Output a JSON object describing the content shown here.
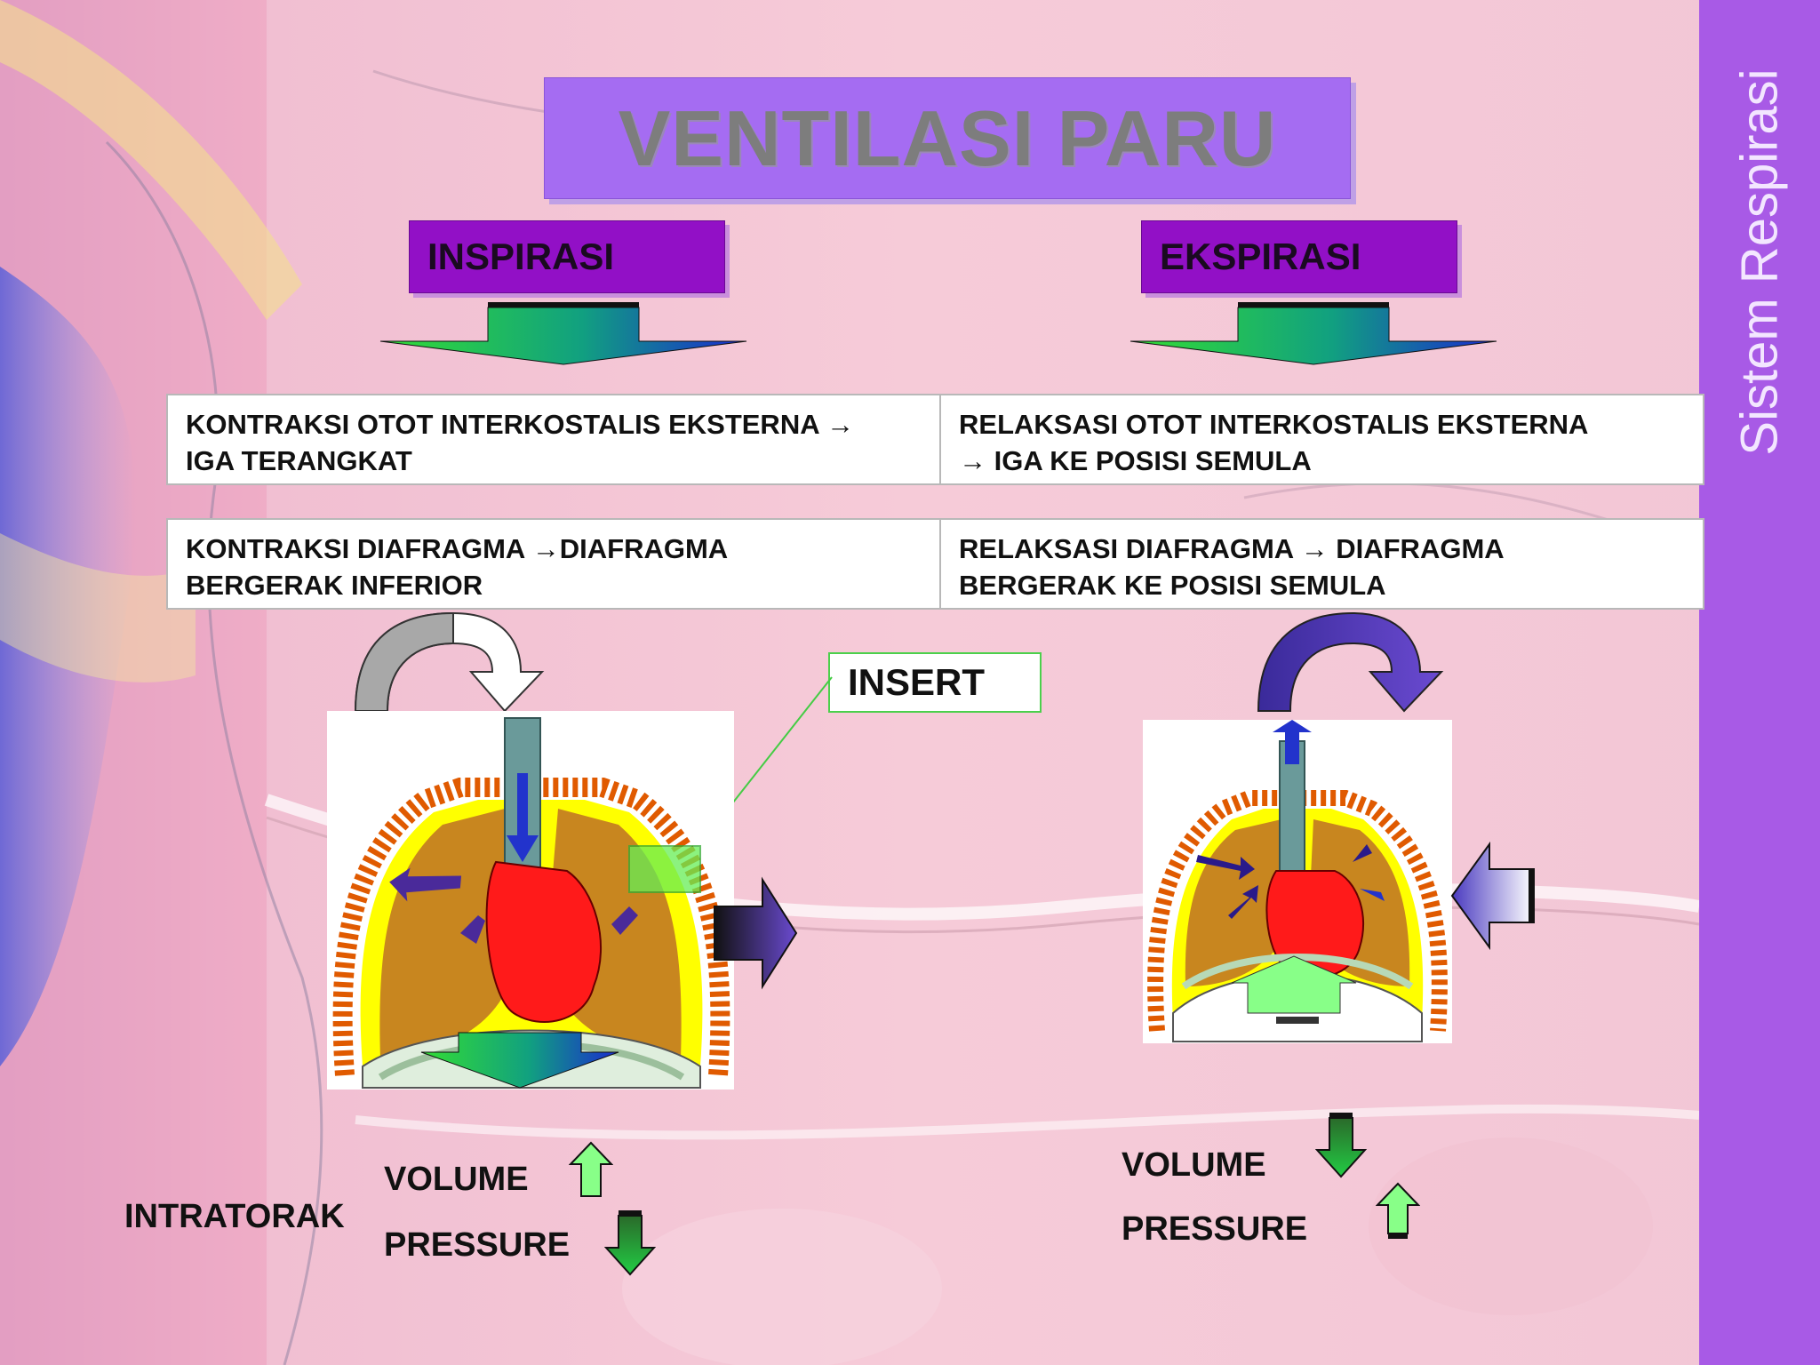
{
  "title": "VENTILASI PARU",
  "side_label": "Sistem Respirasi",
  "phases": {
    "inspirasi": "INSPIRASI",
    "ekspirasi": "EKSPIRASI"
  },
  "rows": [
    {
      "left": "KONTRAKSI OTOT INTERKOSTALIS EKSTERNA →\nIGA TERANGKAT",
      "right": "RELAKSASI OTOT INTERKOSTALIS EKSTERNA\n→ IGA KE POSISI SEMULA"
    },
    {
      "left": "KONTRAKSI DIAFRAGMA →DIAFRAGMA\nBERGERAK INFERIOR",
      "right": "RELAKSASI DIAFRAGMA → DIAFRAGMA\nBERGERAK KE POSISI SEMULA"
    }
  ],
  "insert_label": "INSERT",
  "bottom": {
    "intratorak": "INTRATORAK",
    "left": {
      "volume": "VOLUME",
      "pressure": "PRESSURE"
    },
    "right": {
      "volume": "VOLUME",
      "pressure": "PRESSURE"
    }
  },
  "colors": {
    "purple_accent": "#9210c6",
    "title_bg": "#a56cf2",
    "side_bar": "#a85ae6",
    "lung_orange": "#c8861f",
    "pleura_yellow": "#ffff00",
    "heart_red": "#ff1a1a",
    "arrow_green": "#33cc33",
    "arrow_blue": "#1a33cc"
  },
  "icons": [
    "down-arrow-icon",
    "curved-arrow-icon",
    "up-arrow-icon",
    "right-arrow-icon",
    "left-arrow-icon"
  ]
}
